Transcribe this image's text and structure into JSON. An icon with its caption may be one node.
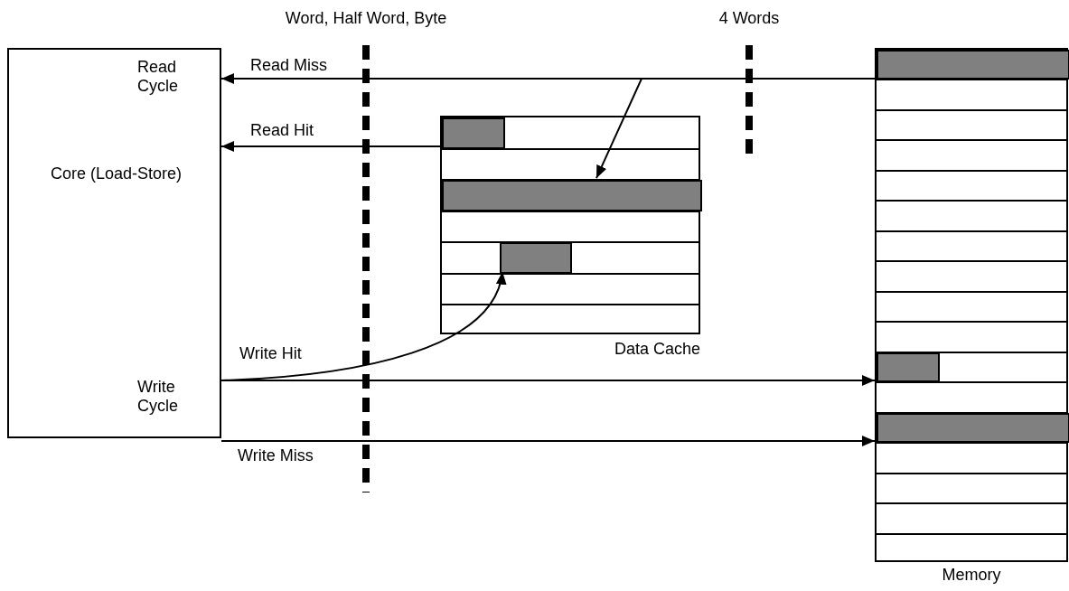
{
  "diagram": {
    "nodes": [
      {
        "text": [
          "Read Cycle",
          "Core (Load-Store)",
          "Write Cycle"
        ]
      },
      {
        "text": [
          "Data Cache"
        ]
      },
      {
        "text": [],
        "shape": "box",
        "in": 1
      },
      {
        "text": [],
        "shape": "box",
        "in": 1
      },
      {
        "text": [],
        "shape": "box",
        "in": 1
      },
      {
        "text": [
          "Memory"
        ]
      },
      {
        "text": [],
        "shape": "box",
        "in": 5
      },
      {
        "text": [],
        "shape": "box",
        "in": 5
      },
      {
        "text": [],
        "shape": "box",
        "in": 5
      }
    ],
    "edges": [
      {
        "from": 6,
        "to": 0,
        "arrow": "to",
        "label": "Read Miss"
      },
      {
        "from": 6,
        "to": 3,
        "arrow": "to"
      },
      {
        "from": 2,
        "to": 0,
        "arrow": "to",
        "label": "Read Hit"
      },
      {
        "from": 0,
        "to": 4,
        "arrow": "to",
        "label": "Write Hit"
      },
      {
        "from": 0,
        "to": 7,
        "arrow": "to"
      },
      {
        "from": 0,
        "to": 8,
        "arrow": "to",
        "label": "Write Miss"
      }
    ],
    "labels": [
      "Word, Half Word, Byte",
      "4 Words"
    ]
  }
}
